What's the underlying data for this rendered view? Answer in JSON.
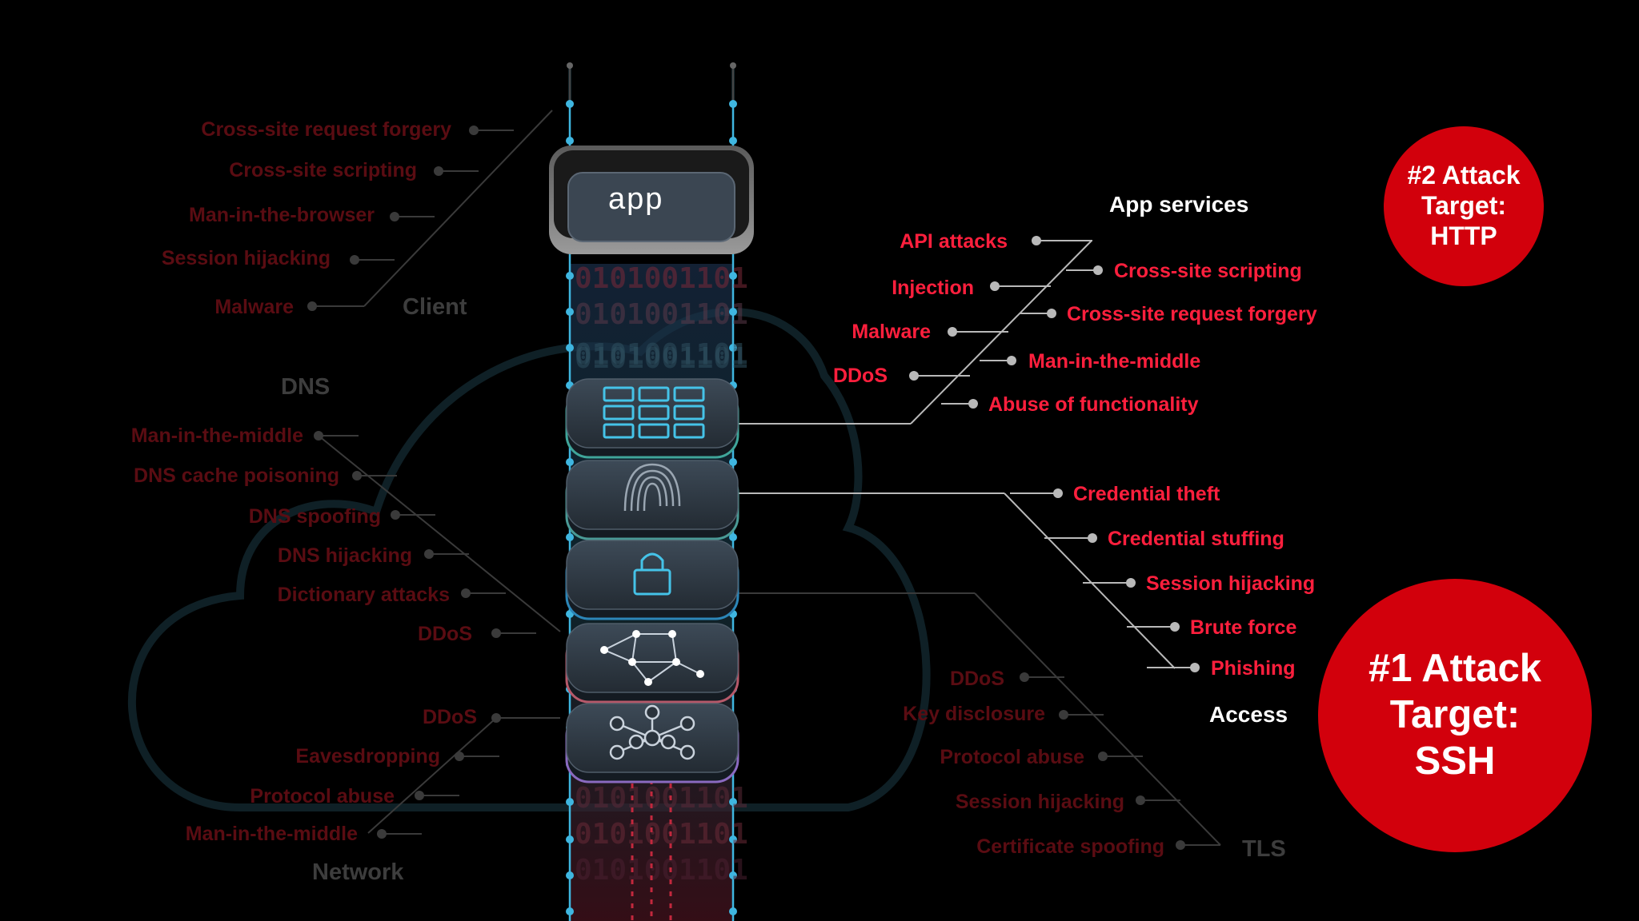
{
  "client": {
    "title": "Client",
    "attacks": [
      "Cross-site request forgery",
      "Cross-site scripting",
      "Man-in-the-browser",
      "Session hijacking",
      "Malware"
    ]
  },
  "dns": {
    "title": "DNS",
    "attacks": [
      "Man-in-the-middle",
      "DNS cache poisoning",
      "DNS spoofing",
      "DNS hijacking",
      "Dictionary attacks",
      "DDoS"
    ]
  },
  "network": {
    "title": "Network",
    "attacks": [
      "DDoS",
      "Eavesdropping",
      "Protocol abuse",
      "Man-in-the-middle"
    ]
  },
  "tls": {
    "title": "TLS",
    "attacks": [
      "DDoS",
      "Key disclosure",
      "Protocol abuse",
      "Session hijacking",
      "Certificate spoofing"
    ]
  },
  "app_services": {
    "title": "App services",
    "attacks_left": [
      "API attacks",
      "Injection",
      "Malware",
      "DDoS"
    ],
    "attacks_right": [
      "Cross-site scripting",
      "Cross-site request forgery",
      "Man-in-the-middle",
      "Abuse of functionality"
    ]
  },
  "access": {
    "title": "Access",
    "attacks": [
      "Credential theft",
      "Credential stuffing",
      "Session hijacking",
      "Brute force",
      "Phishing"
    ]
  },
  "stack": {
    "app_label": "app",
    "layers": [
      "grid-icon",
      "fingerprint-icon",
      "lock-icon",
      "network-mesh-icon",
      "hub-icon"
    ],
    "binary_text": "0101001101"
  },
  "badges": {
    "second": {
      "line1": "#2 Attack",
      "line2": "Target:",
      "line3": "HTTP"
    },
    "first": {
      "line1": "#1 Attack",
      "line2": "Target:",
      "line3": "SSH"
    }
  },
  "colors": {
    "attack_red": "#ff1f3d",
    "badge_red": "#d2000c",
    "dim_red": "#5a0c12",
    "rail_blue": "#3fb6e0"
  }
}
